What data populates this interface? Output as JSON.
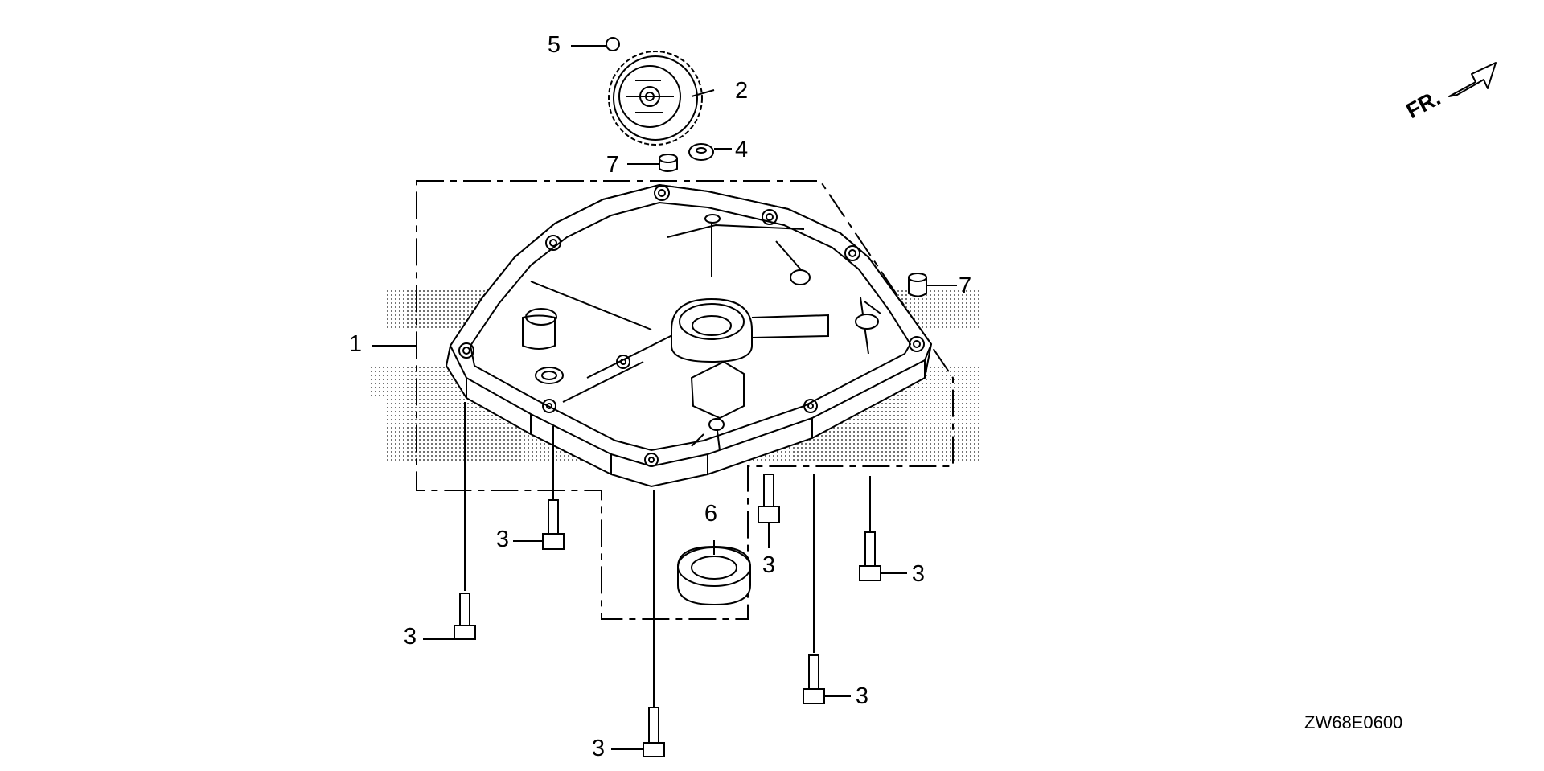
{
  "diagram": {
    "callouts": [
      {
        "id": "c1",
        "label": "1"
      },
      {
        "id": "c2",
        "label": "2"
      },
      {
        "id": "c3a",
        "label": "3"
      },
      {
        "id": "c3b",
        "label": "3"
      },
      {
        "id": "c3c",
        "label": "3"
      },
      {
        "id": "c3d",
        "label": "3"
      },
      {
        "id": "c3e",
        "label": "3"
      },
      {
        "id": "c3f",
        "label": "3"
      },
      {
        "id": "c4",
        "label": "4"
      },
      {
        "id": "c5",
        "label": "5"
      },
      {
        "id": "c6",
        "label": "6"
      },
      {
        "id": "c7a",
        "label": "7"
      },
      {
        "id": "c7b",
        "label": "7"
      }
    ],
    "front_indicator": "FR.",
    "drawing_code": "ZW68E0600"
  }
}
